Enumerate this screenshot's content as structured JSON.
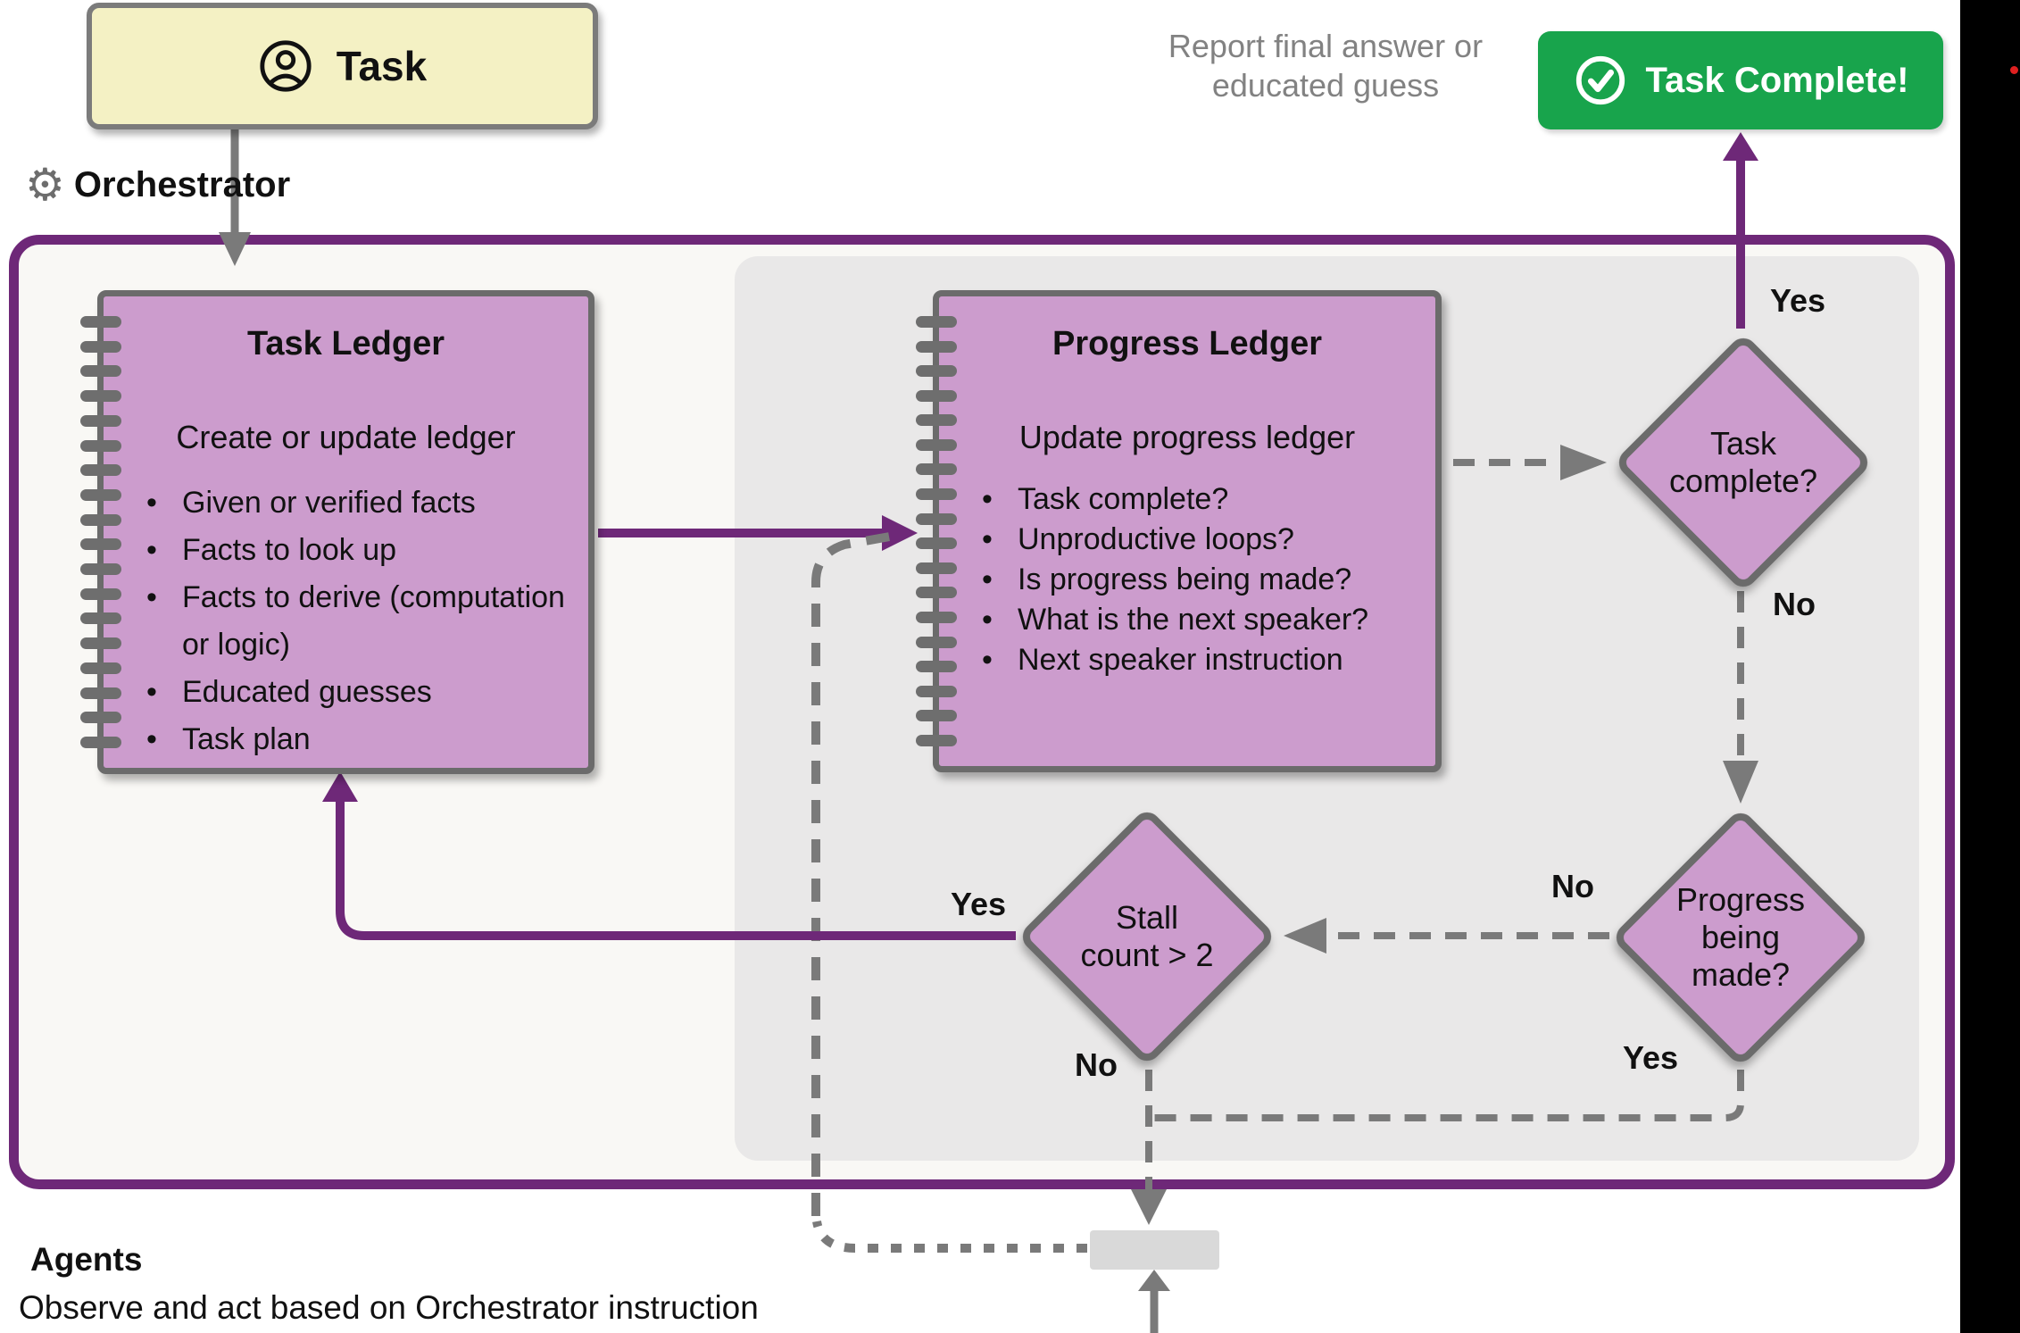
{
  "task_box": {
    "label": "Task"
  },
  "orchestrator": {
    "label": "Orchestrator"
  },
  "icons": {
    "gear": "⚙"
  },
  "caption": {
    "line1": "Report final answer or",
    "line2": "educated guess"
  },
  "complete_button": {
    "label": "Task Complete!"
  },
  "task_ledger": {
    "title": "Task Ledger",
    "subtitle": "Create or update ledger",
    "items": [
      "Given or verified facts",
      "Facts to look up",
      "Facts to derive (computation or logic)",
      "Educated guesses",
      "Task plan"
    ]
  },
  "progress_ledger": {
    "title": "Progress Ledger",
    "subtitle": "Update progress ledger",
    "items": [
      "Task complete?",
      "Unproductive loops?",
      "Is progress being made?",
      "What is the next speaker?",
      "Next speaker instruction"
    ]
  },
  "decisions": {
    "task_complete": {
      "label": "Task complete?",
      "yes_label": "Yes",
      "no_label": "No"
    },
    "progress_being_made": {
      "label": "Progress being made?",
      "yes_label": "Yes",
      "no_label": "No"
    },
    "stall_count": {
      "label": "Stall count > 2",
      "yes_label": "Yes",
      "no_label": "No"
    }
  },
  "agents": {
    "title": "Agents",
    "subtitle": "Observe and act based on Orchestrator instruction"
  },
  "colors": {
    "purple": "#6e2878",
    "pink": "#cc9ccd",
    "green": "#18a44c",
    "gray_line": "#7a7a7a",
    "panel_gray": "#e9e8e8",
    "box_border_gray": "#6b6b6b",
    "task_yellow": "#f4f1c4",
    "caption_gray": "#828282"
  }
}
